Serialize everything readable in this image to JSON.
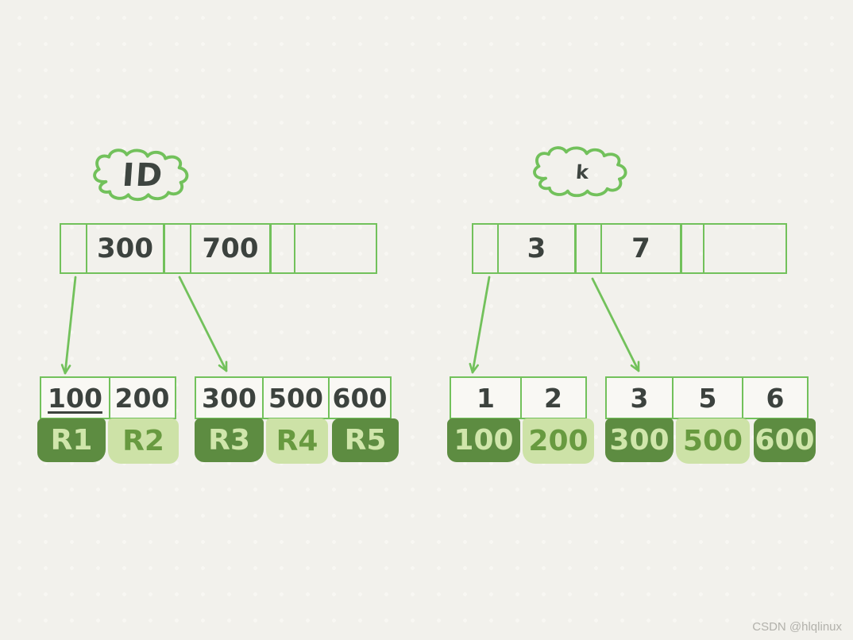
{
  "colors": {
    "background": "#f2f1ec",
    "stroke_green": "#72c15b",
    "record_dark_fill": "#5d8c41",
    "record_light_fill": "#cde2a7",
    "ink": "#3c423e",
    "text_on_dark": "#d0e6ab",
    "text_on_light": "#689a40",
    "watermark_gray": "#b2b1ab"
  },
  "watermark": {
    "text": "CSDN @hlqlinux"
  },
  "diagram": {
    "left_tree": {
      "label": "ID",
      "root_cells": [
        "",
        "300",
        "",
        "700",
        "",
        ""
      ],
      "leaf1": {
        "keys": [
          "100",
          "200"
        ],
        "records": [
          "R1",
          "R2"
        ]
      },
      "leaf2": {
        "keys": [
          "300",
          "500",
          "600"
        ],
        "records": [
          "R3",
          "R4",
          "R5"
        ]
      }
    },
    "right_tree": {
      "label": "k",
      "root_cells": [
        "",
        "3",
        "",
        "7",
        "",
        ""
      ],
      "leaf1": {
        "keys": [
          "1",
          "2"
        ],
        "records": [
          "100",
          "200"
        ]
      },
      "leaf2": {
        "keys": [
          "3",
          "5",
          "6"
        ],
        "records": [
          "300",
          "500",
          "600"
        ]
      }
    }
  }
}
